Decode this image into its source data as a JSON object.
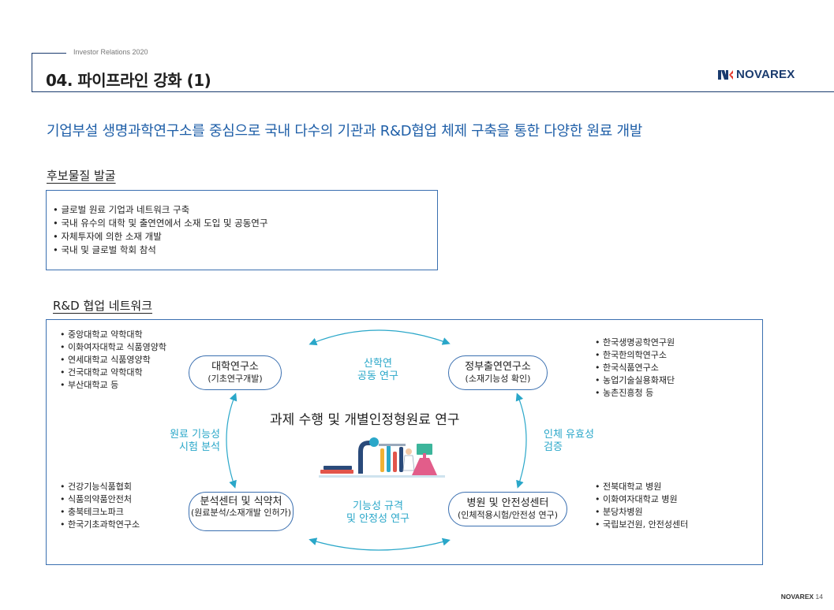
{
  "header": {
    "ir_label": "Investor Relations 2020",
    "title": "04. 파이프라인 강화 (1)",
    "logo_text": "NOVAREX"
  },
  "headline": "기업부설 생명과학연구소를 중심으로 국내 다수의 기관과 R&D협업 체제 구축을 통한 다양한 원료 개발",
  "section1": {
    "title": "후보물질 발굴",
    "bullets": [
      "글로벌 원료 기업과 네트워크 구축",
      "국내 유수의 대학 및 출연연에서 소재 도입 및 공동연구",
      "자체투자에 의한 소재 개발",
      "국내 및 글로벌 학회 참석"
    ]
  },
  "section2": {
    "title": "R&D 협업 네트워크",
    "center_title": "과제 수행 및 개별인정형원료 연구",
    "lists": {
      "top_left": [
        "중앙대학교 약학대학",
        "이화여자대학교 식품영양학",
        "연세대학교 식품영양학",
        "건국대학교 약학대학",
        "부산대학교 등"
      ],
      "bottom_left": [
        "건강기능식품협회",
        "식품의약품안전처",
        "충북테크노파크",
        "한국기초과학연구소"
      ],
      "top_right": [
        "한국생명공학연구원",
        "한국한의학연구소",
        "한국식품연구소",
        "농업기술실용화재단",
        "농촌진흥청 등"
      ],
      "bottom_right": [
        "전북대학교 병원",
        "이화여자대학교 병원",
        "분당차병원",
        "국립보건원, 안전성센터"
      ]
    },
    "nodes": {
      "top_left": {
        "title": "대학연구소",
        "sub": "(기초연구개발)"
      },
      "top_right": {
        "title": "정부출연연구소",
        "sub": "(소재기능성 확인)"
      },
      "bottom_left": {
        "title": "분석센터 및 식약처",
        "sub": "(원료분석/소재개발 인허가)"
      },
      "bottom_right": {
        "title": "병원 및 안전성센터",
        "sub": "(인체적용시험/안전성 연구)"
      }
    },
    "flows": {
      "top": [
        "산학연",
        "공동 연구"
      ],
      "left": [
        "원료 기능성",
        "시험 분석"
      ],
      "right": [
        "인체 유효성",
        "검증"
      ],
      "bottom": [
        "기능성 규격",
        "및 안정성 연구"
      ]
    }
  },
  "footer": {
    "brand": "NOVAREX",
    "page": "14"
  },
  "colors": {
    "navy": "#1a3b6e",
    "blue": "#1f5fa8",
    "teal": "#2aa7c9",
    "box_border": "#3a6fb0"
  }
}
